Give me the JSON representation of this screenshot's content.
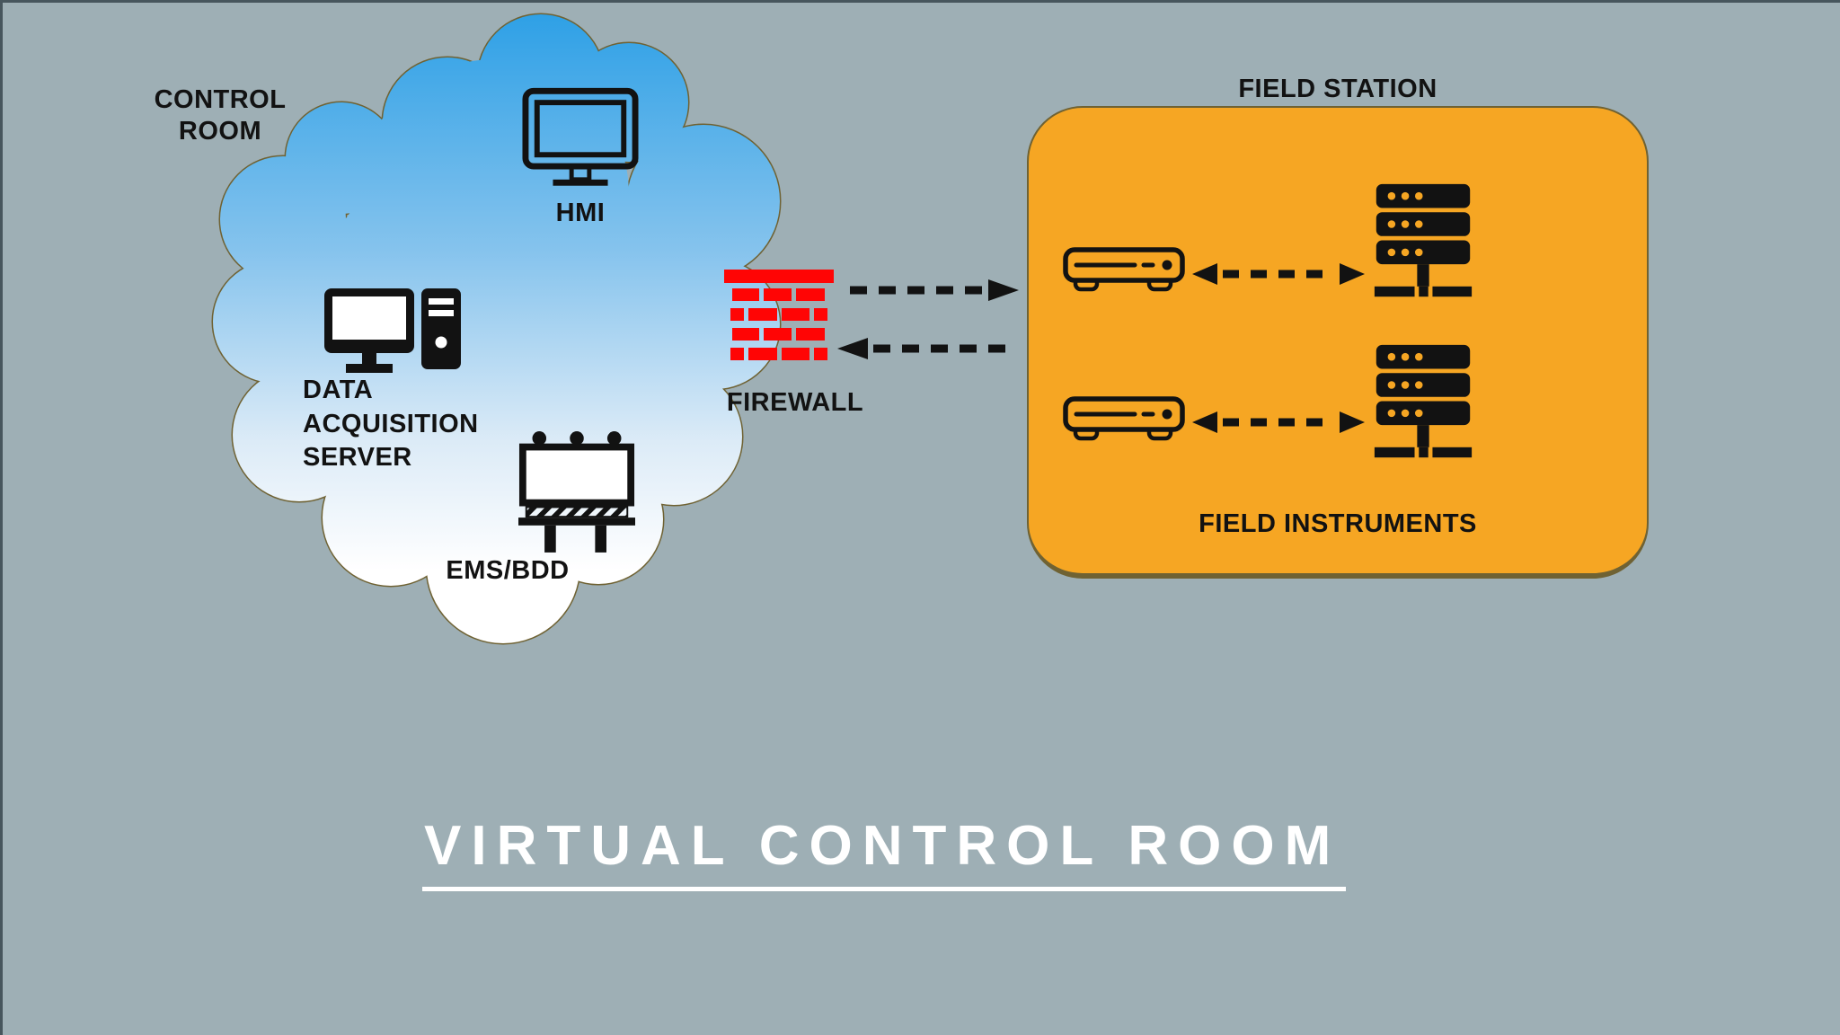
{
  "slide": {
    "background_color": "#9EAFB5",
    "title": "VIRTUAL CONTROL ROOM",
    "title_color": "#FFFFFF",
    "ink_color": "#121212"
  },
  "control_room": {
    "label": "CONTROL ROOM",
    "cloud": {
      "shape": "cloud",
      "gradient_top_color": "#2B9FE6",
      "gradient_bottom_color": "#FFFFFF",
      "outline_color": "#6F6233"
    },
    "nodes": [
      {
        "label": "HMI",
        "icon": "monitor-icon"
      },
      {
        "label": "DATA ACQUISITION SERVER",
        "icon": "desktop-computer-icon"
      },
      {
        "label": "EMS/BDD",
        "icon": "billboard-icon"
      }
    ]
  },
  "firewall": {
    "label": "FIREWALL",
    "icon": "firewall-brick-wall-icon",
    "brick_color": "#FF0505"
  },
  "field_station": {
    "label": "FIELD STATION",
    "box_color": "#F6A623",
    "border_color": "#6F6233",
    "instruments_label": "FIELD INSTRUMENTS",
    "rows": [
      {
        "left_icon": "modem-icon",
        "right_icon": "server-rack-icon",
        "link": "bidirectional-dashed-arrow"
      },
      {
        "left_icon": "modem-icon",
        "right_icon": "server-rack-icon",
        "link": "bidirectional-dashed-arrow"
      }
    ]
  },
  "connections": [
    {
      "from": "FIREWALL",
      "to": "FIELD STATION",
      "style": "dashed-arrow-right"
    },
    {
      "from": "FIELD STATION",
      "to": "FIREWALL",
      "style": "dashed-arrow-left"
    }
  ]
}
